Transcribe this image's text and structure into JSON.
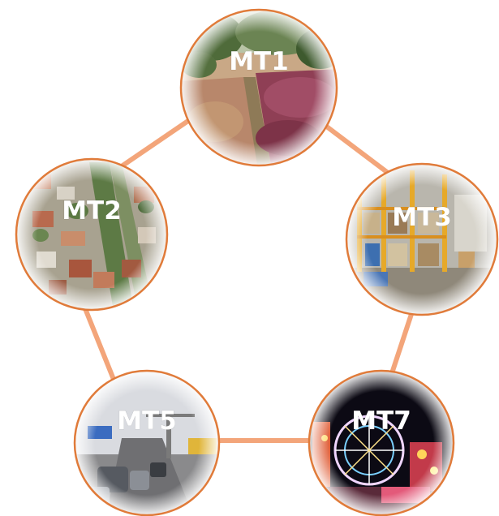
{
  "nodes": [
    {
      "id": "mt1",
      "label": "MT1",
      "scene": "hedge-garden-photo"
    },
    {
      "id": "mt2",
      "label": "MT2",
      "scene": "aerial-town-photo"
    },
    {
      "id": "mt3",
      "label": "MT3",
      "scene": "warehouse-shelves-photo"
    },
    {
      "id": "mt5",
      "label": "MT5",
      "scene": "highway-traffic-photo"
    },
    {
      "id": "mt7",
      "label": "MT7",
      "scene": "ferris-wheel-fair-photo"
    }
  ],
  "edges": [
    {
      "from": "mt1",
      "to": "mt2"
    },
    {
      "from": "mt1",
      "to": "mt3"
    },
    {
      "from": "mt2",
      "to": "mt5"
    },
    {
      "from": "mt3",
      "to": "mt7"
    },
    {
      "from": "mt5",
      "to": "mt7"
    }
  ],
  "colors": {
    "ring": "#e07b3a",
    "edge": "#f3a57a"
  }
}
